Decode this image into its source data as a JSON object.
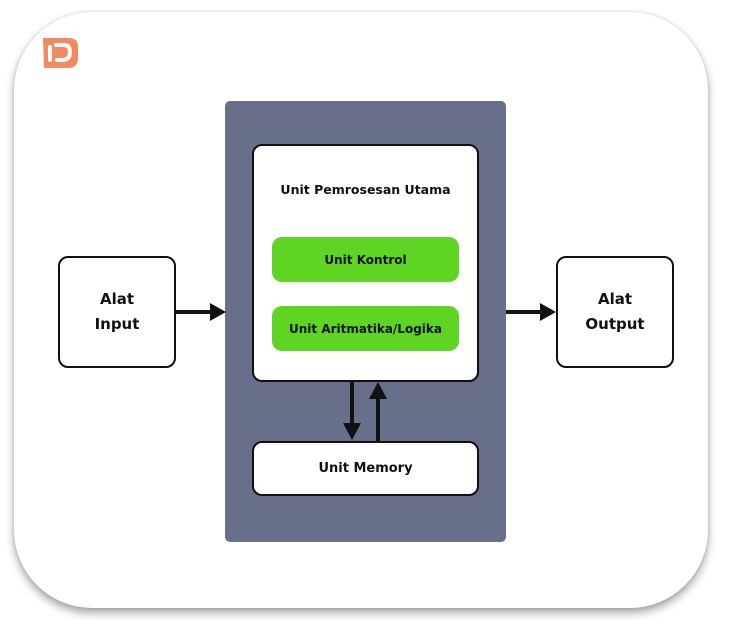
{
  "colors": {
    "panel": "#686f8b",
    "accent_green": "#5ed423",
    "logo_orange": "#f3895f",
    "stroke": "#111111"
  },
  "logo": {
    "icon": "brand-logo-icon"
  },
  "diagram": {
    "input_device": "Alat\nInput",
    "output_device": "Alat\nOutput",
    "cpu": {
      "title": "Unit Pemrosesan Utama",
      "control_unit": "Unit Kontrol",
      "alu": "Unit Aritmatika/Logika"
    },
    "memory_unit": "Unit Memory"
  }
}
